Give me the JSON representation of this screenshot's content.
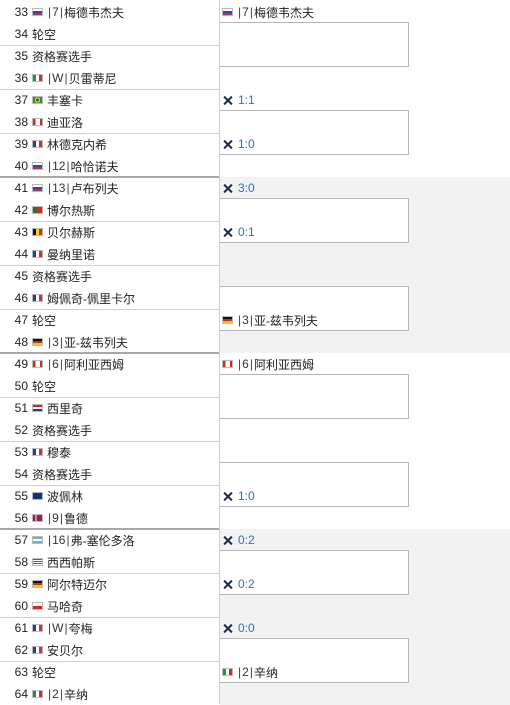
{
  "left_rows": [
    {
      "num": "33",
      "flag": "ru",
      "seed": "7",
      "name": "梅德韦杰夫"
    },
    {
      "num": "34",
      "flag": "",
      "seed": "",
      "name": "轮空"
    },
    {
      "num": "35",
      "flag": "",
      "seed": "",
      "name": "资格赛选手"
    },
    {
      "num": "36",
      "flag": "it",
      "seed": "W",
      "name": "贝雷蒂尼"
    },
    {
      "num": "37",
      "flag": "br",
      "seed": "",
      "name": "丰塞卡"
    },
    {
      "num": "38",
      "flag": "ca",
      "seed": "",
      "name": "迪亚洛"
    },
    {
      "num": "39",
      "flag": "fr",
      "seed": "",
      "name": "林德克内希"
    },
    {
      "num": "40",
      "flag": "ru",
      "seed": "12",
      "name": "哈恰诺夫"
    },
    {
      "num": "41",
      "flag": "ru",
      "seed": "13",
      "name": "卢布列夫"
    },
    {
      "num": "42",
      "flag": "pt",
      "seed": "",
      "name": "博尔热斯"
    },
    {
      "num": "43",
      "flag": "be",
      "seed": "",
      "name": "贝尔赫斯"
    },
    {
      "num": "44",
      "flag": "fr",
      "seed": "",
      "name": "曼纳里诺"
    },
    {
      "num": "45",
      "flag": "",
      "seed": "",
      "name": "资格赛选手"
    },
    {
      "num": "46",
      "flag": "fr",
      "seed": "",
      "name": "姆佩奇-佩里卡尔"
    },
    {
      "num": "47",
      "flag": "",
      "seed": "",
      "name": "轮空"
    },
    {
      "num": "48",
      "flag": "de",
      "seed": "3",
      "name": "亚-兹韦列夫"
    },
    {
      "num": "49",
      "flag": "ca",
      "seed": "6",
      "name": "阿利亚西姆"
    },
    {
      "num": "50",
      "flag": "",
      "seed": "",
      "name": "轮空"
    },
    {
      "num": "51",
      "flag": "hr",
      "seed": "",
      "name": "西里奇"
    },
    {
      "num": "52",
      "flag": "",
      "seed": "",
      "name": "资格赛选手"
    },
    {
      "num": "53",
      "flag": "fr",
      "seed": "",
      "name": "穆泰"
    },
    {
      "num": "54",
      "flag": "",
      "seed": "",
      "name": "资格赛选手"
    },
    {
      "num": "55",
      "flag": "au",
      "seed": "",
      "name": "波佩林"
    },
    {
      "num": "56",
      "flag": "no",
      "seed": "9",
      "name": "鲁德"
    },
    {
      "num": "57",
      "flag": "ar",
      "seed": "16",
      "name": "弗-塞伦多洛"
    },
    {
      "num": "58",
      "flag": "gr",
      "seed": "",
      "name": "西西帕斯"
    },
    {
      "num": "59",
      "flag": "de",
      "seed": "",
      "name": "阿尔特迈尔"
    },
    {
      "num": "60",
      "flag": "cz",
      "seed": "",
      "name": "马哈奇"
    },
    {
      "num": "61",
      "flag": "fr",
      "seed": "W",
      "name": "夸梅"
    },
    {
      "num": "62",
      "flag": "fr",
      "seed": "",
      "name": "安贝尔"
    },
    {
      "num": "63",
      "flag": "",
      "seed": "",
      "name": "轮空"
    },
    {
      "num": "64",
      "flag": "it",
      "seed": "2",
      "name": "辛纳"
    }
  ],
  "right_rows": [
    {
      "row": 0,
      "type": "player",
      "flag": "ru",
      "seed": "7",
      "name": "梅德韦杰夫"
    },
    {
      "row": 4,
      "type": "score",
      "text": "1:1"
    },
    {
      "row": 6,
      "type": "score",
      "text": "1:0"
    },
    {
      "row": 8,
      "type": "score",
      "text": "3:0"
    },
    {
      "row": 10,
      "type": "score",
      "text": "0:1"
    },
    {
      "row": 14,
      "type": "player",
      "flag": "de",
      "seed": "3",
      "name": "亚-兹韦列夫"
    },
    {
      "row": 16,
      "type": "player",
      "flag": "ca",
      "seed": "6",
      "name": "阿利亚西姆"
    },
    {
      "row": 22,
      "type": "score",
      "text": "1:0"
    },
    {
      "row": 24,
      "type": "score",
      "text": "0:2"
    },
    {
      "row": 26,
      "type": "score",
      "text": "0:2"
    },
    {
      "row": 28,
      "type": "score",
      "text": "0:0"
    },
    {
      "row": 30,
      "type": "player",
      "flag": "it",
      "seed": "2",
      "name": "辛纳"
    }
  ],
  "colors": {
    "score_blue": "#2a6ed6",
    "border": "#b5b5b5",
    "shade": "#f2f2f2",
    "icon": "#1b2b4a"
  }
}
